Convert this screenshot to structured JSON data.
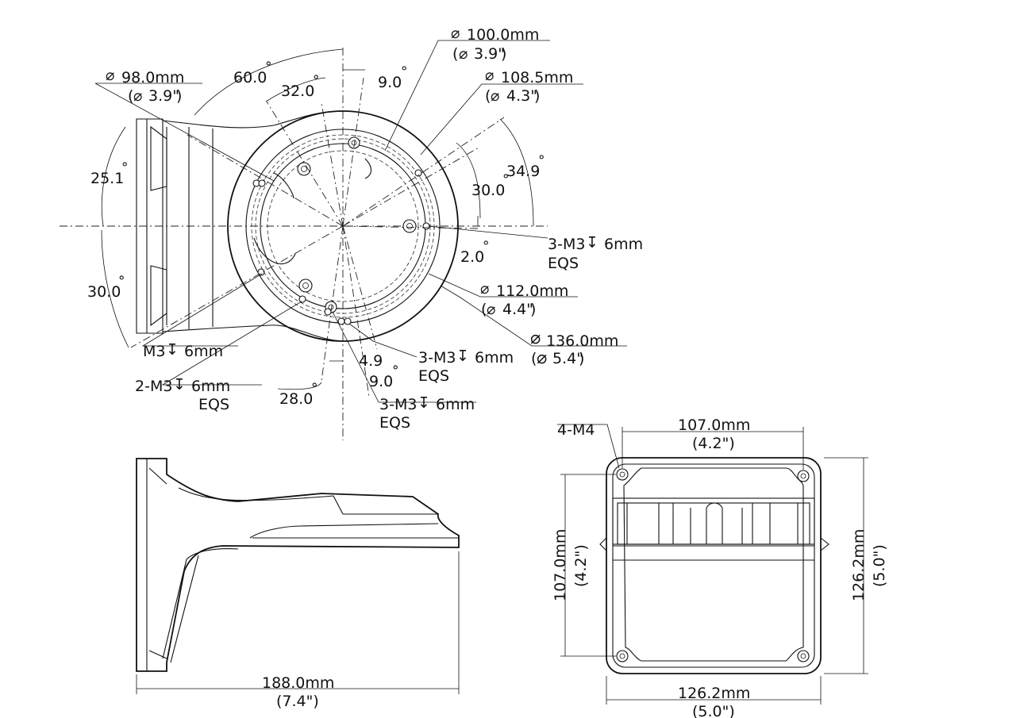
{
  "top_view": {
    "diameters": [
      {
        "metric": "100.0mm",
        "imperial": "3.9\""
      },
      {
        "metric": "98.0mm",
        "imperial": "3.9\""
      },
      {
        "metric": "108.5mm",
        "imperial": "4.3\""
      },
      {
        "metric": "112.0mm",
        "imperial": "4.4\""
      },
      {
        "metric": "136.0mm",
        "imperial": "5.4\""
      }
    ],
    "angles": [
      "60.0",
      "32.0",
      "9.0",
      "34.9",
      "30.0",
      "25.1",
      "30.0",
      "2.0",
      "4.9",
      "9.0",
      "28.0"
    ],
    "callouts": [
      {
        "line1": "3-M3",
        "line2": "6mm",
        "line3": "EQS"
      },
      {
        "line1": "M3",
        "line2": "6mm",
        "line3": ""
      },
      {
        "line1": "2-M3",
        "line2": "6mm",
        "line3": "EQS"
      },
      {
        "line1": "3-M3",
        "line2": "6mm",
        "line3": "EQS"
      },
      {
        "line1": "3-M3",
        "line2": "6mm",
        "line3": "EQS"
      }
    ]
  },
  "side_view": {
    "length_metric": "188.0mm",
    "length_imperial": "(7.4\")"
  },
  "back_view": {
    "holes": "4-M4",
    "inner_width_metric": "107.0mm",
    "inner_width_imperial": "(4.2\")",
    "inner_height_metric": "107.0mm",
    "inner_height_imperial": "(4.2\")",
    "outer_height_metric": "126.2mm",
    "outer_height_imperial": "(5.0\")",
    "outer_width_metric": "126.2mm",
    "outer_width_imperial": "(5.0\")"
  },
  "symbols": {
    "diameter": "⌀",
    "degree": "°",
    "depth": "↧"
  }
}
